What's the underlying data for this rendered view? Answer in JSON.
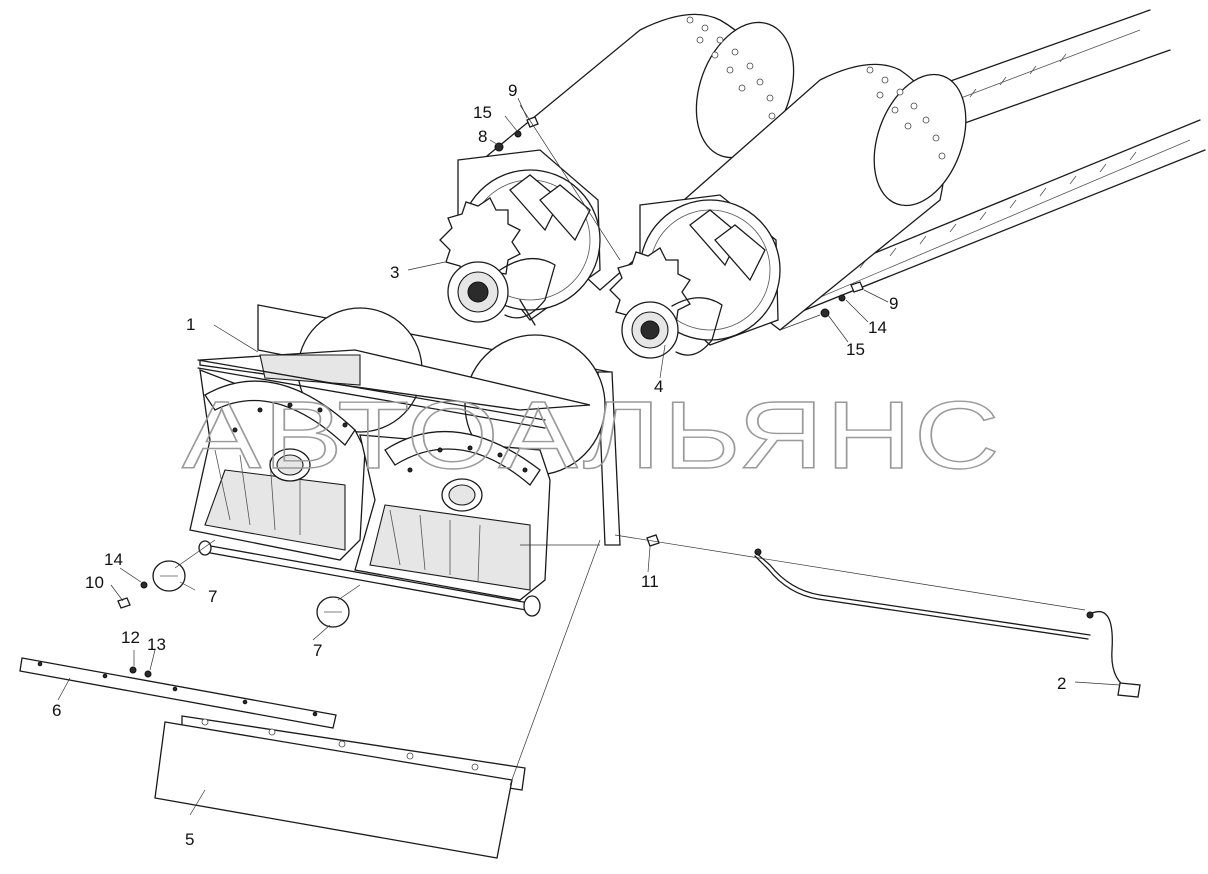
{
  "watermark": "АВТОАЛЬЯНС",
  "callouts": {
    "c1": "1",
    "c2": "2",
    "c3": "3",
    "c4": "4",
    "c5": "5",
    "c6": "6",
    "c7a": "7",
    "c7b": "7",
    "c8": "8",
    "c9a": "9",
    "c9b": "9",
    "c10": "10",
    "c11": "11",
    "c12": "12",
    "c13": "13",
    "c14a": "14",
    "c14b": "14",
    "c15a": "15",
    "c15b": "15"
  }
}
